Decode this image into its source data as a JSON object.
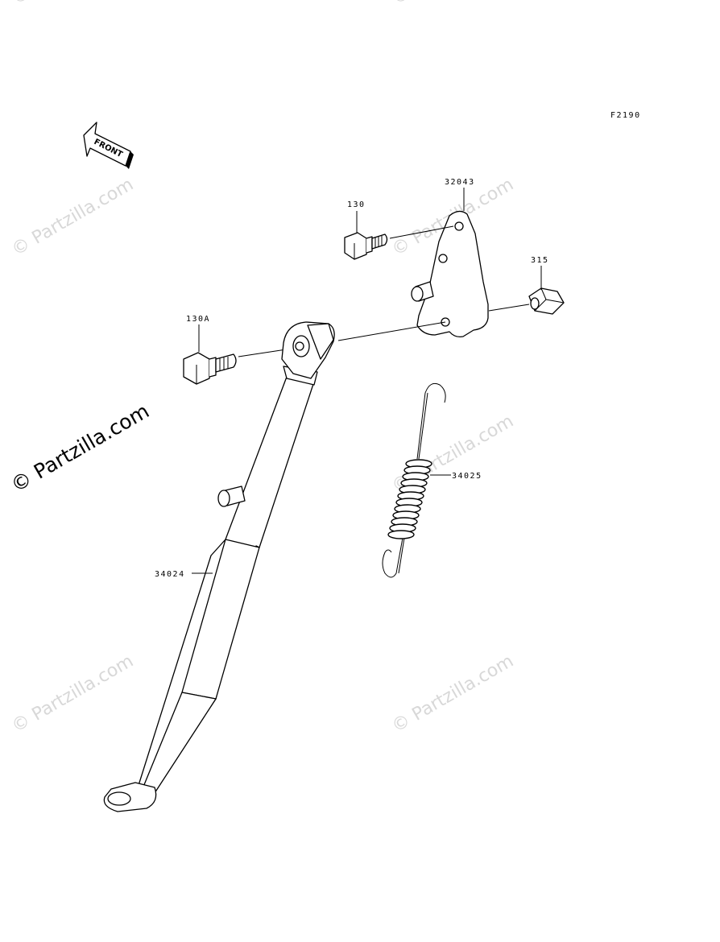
{
  "figure_code": "F2190",
  "front_arrow_label": "FRONT",
  "watermark_text": "© Partzilla.com",
  "parts": {
    "bracket": "32043",
    "bolt": "130",
    "nut": "315",
    "bolt_a": "130A",
    "spring": "34025",
    "side_stand": "34024"
  }
}
